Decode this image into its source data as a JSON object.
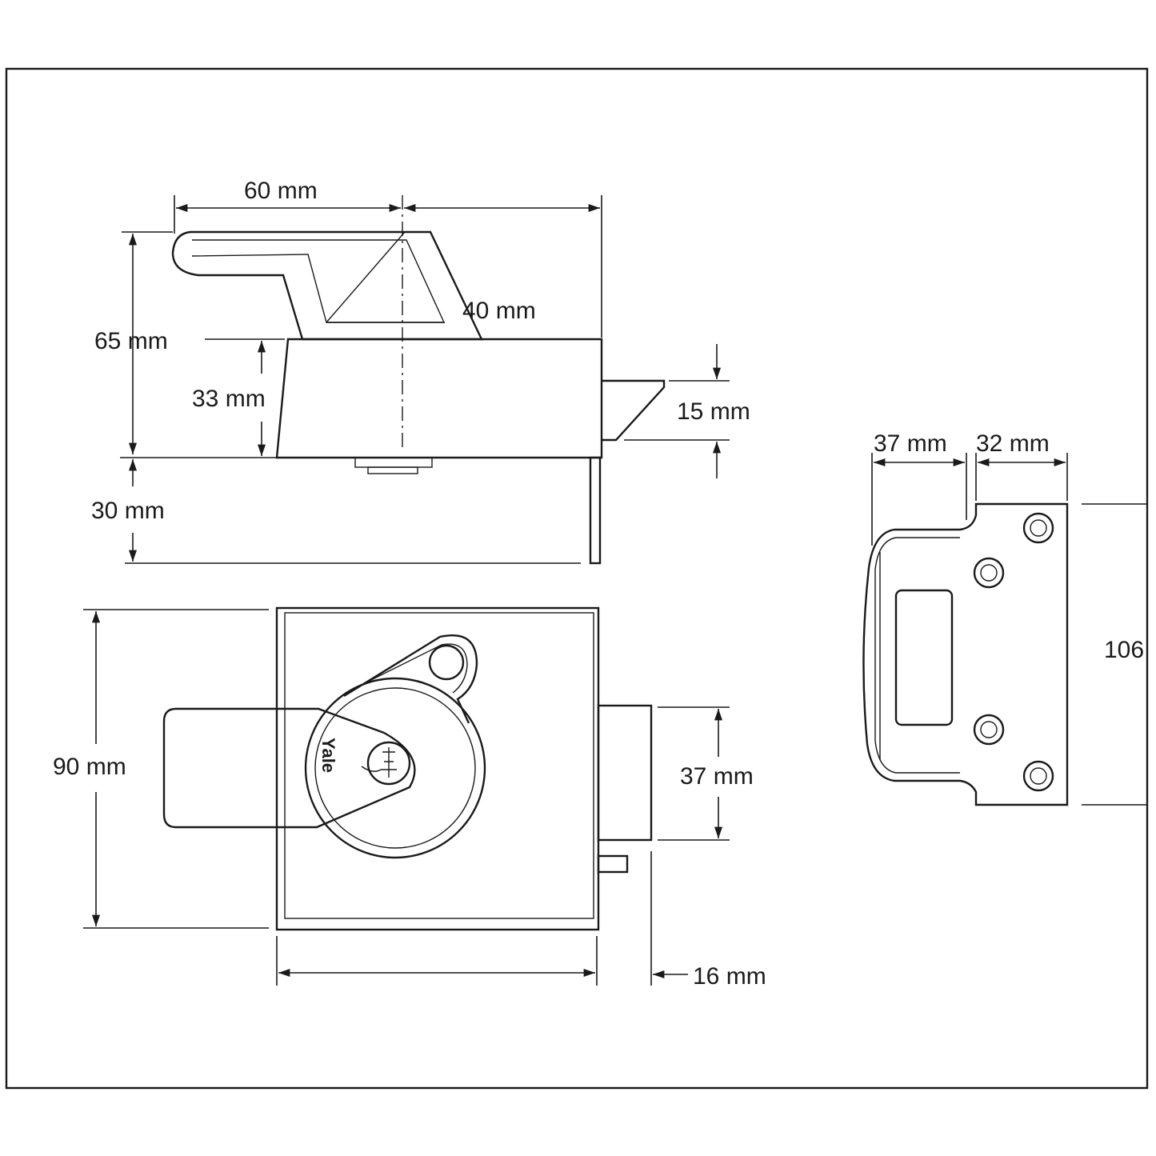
{
  "side_view": {
    "width_top": "60 mm",
    "lever_offset": "40 mm",
    "total_height": "65 mm",
    "body_height": "33 mm",
    "bolt_height": "15 mm",
    "bottom_offset": "30 mm"
  },
  "front_view": {
    "height": "90 mm",
    "bolt_width": "37 mm",
    "bolt_projection": "16 mm",
    "brand": "Yale"
  },
  "staple_view": {
    "depth": "37 mm",
    "plate_width": "32 mm",
    "height": "106"
  }
}
